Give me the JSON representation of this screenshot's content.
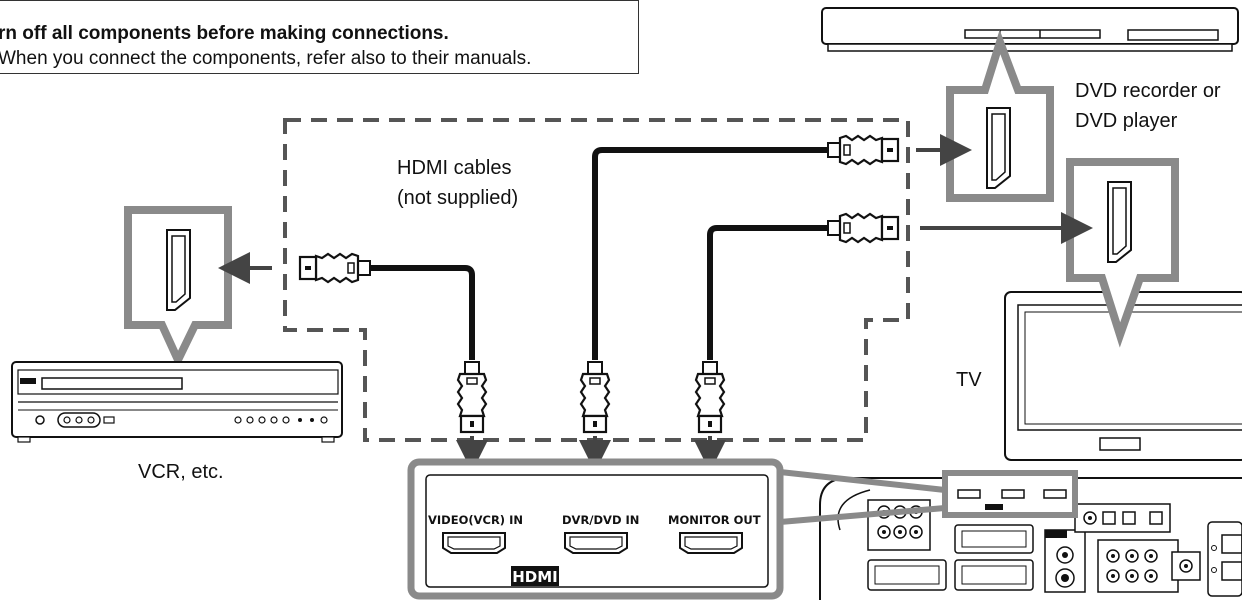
{
  "notice": {
    "line1": "rn off all components before making connections.",
    "line2": "When you connect the components, refer also to their manuals."
  },
  "labels": {
    "hdmi_cables_line1": "HDMI cables",
    "hdmi_cables_line2": "(not supplied)",
    "dvd_line1": "DVD recorder or",
    "dvd_line2": "DVD player",
    "tv": "TV",
    "vcr": "VCR, etc."
  },
  "panel": {
    "video_in": "VIDEO(VCR) IN",
    "dvr_in": "DVR/DVD IN",
    "monitor_out": "MONITOR OUT",
    "badge": "HDMI"
  },
  "colors": {
    "callout_gray": "#8a8a8a",
    "cable": "#111111",
    "dashed": "#555555"
  }
}
